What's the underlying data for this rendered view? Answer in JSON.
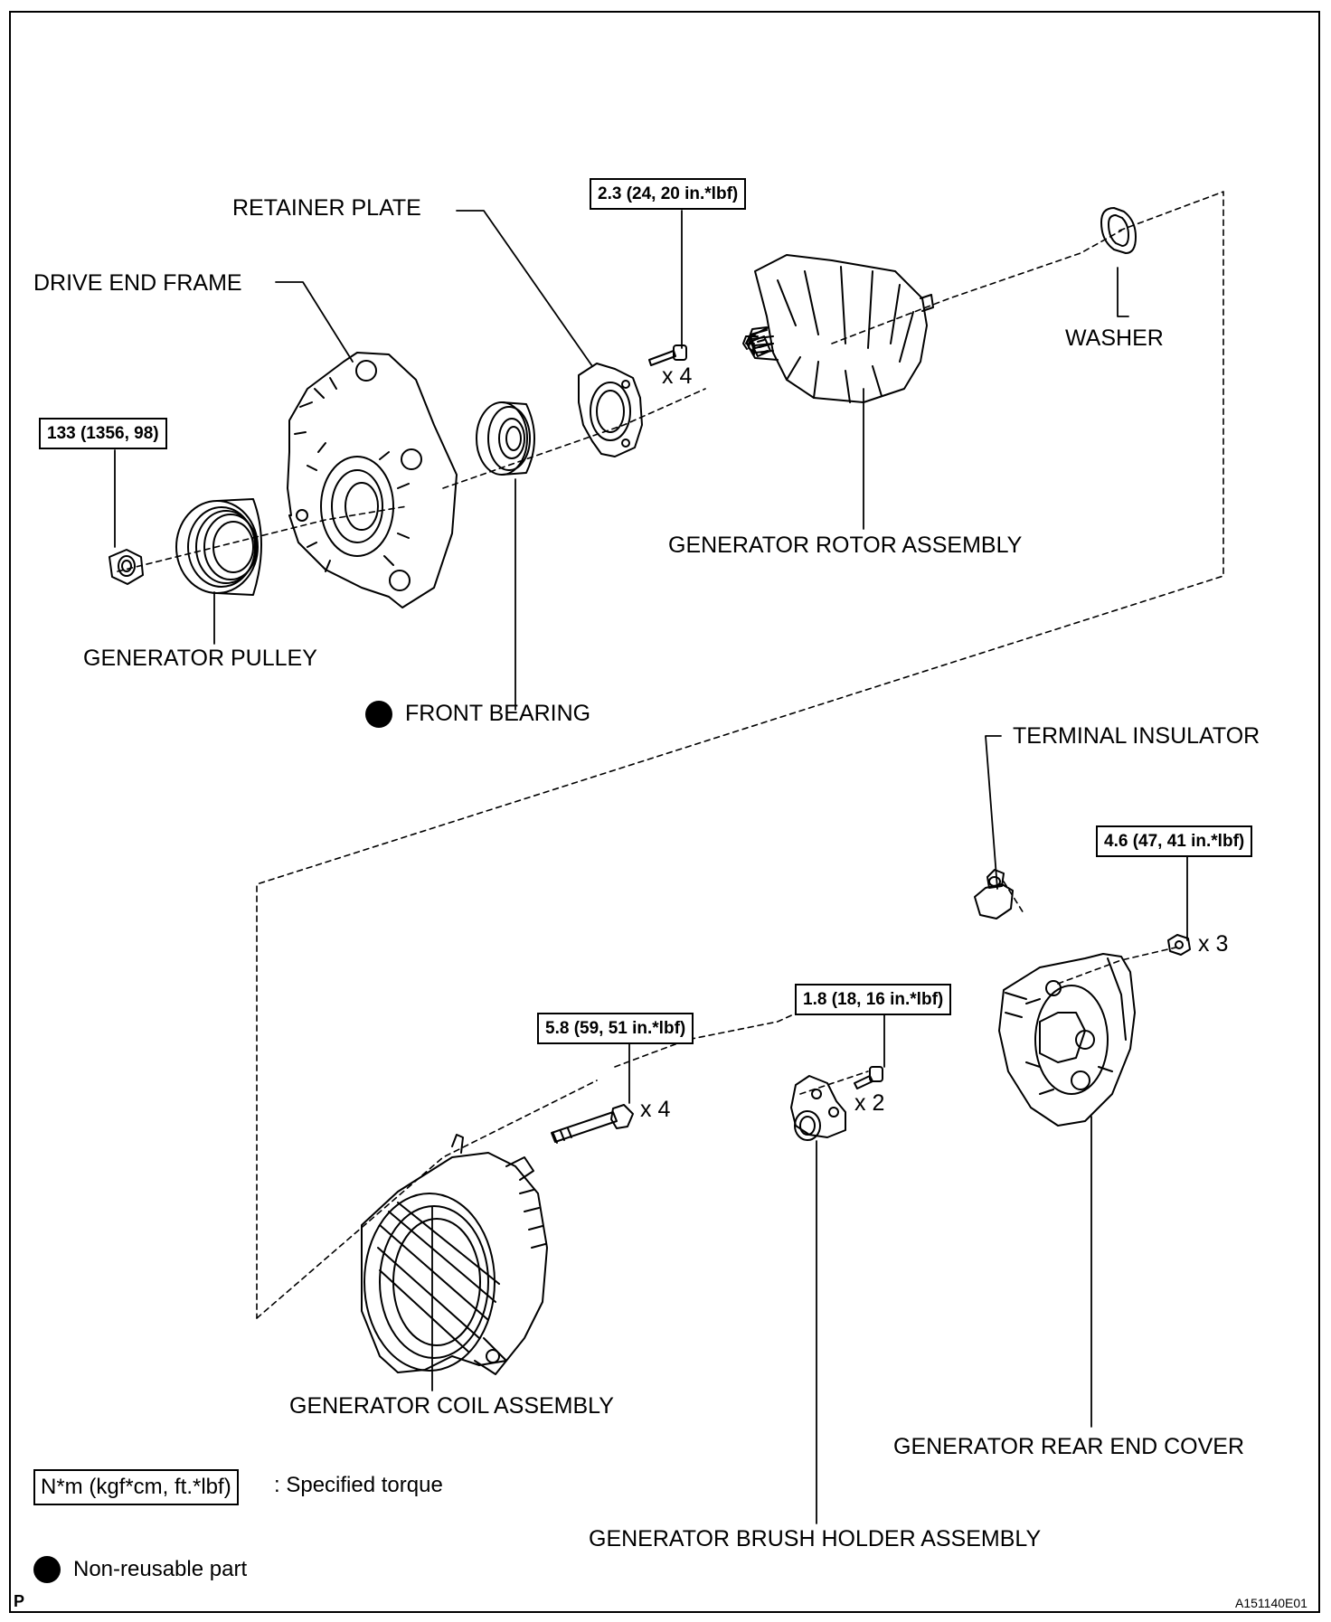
{
  "parts": {
    "retainer_plate": "RETAINER PLATE",
    "drive_end_frame": "DRIVE END FRAME",
    "washer": "WASHER",
    "generator_pulley": "GENERATOR PULLEY",
    "front_bearing": "FRONT BEARING",
    "generator_rotor_assembly": "GENERATOR ROTOR ASSEMBLY",
    "terminal_insulator": "TERMINAL INSULATOR",
    "generator_coil_assembly": "GENERATOR COIL ASSEMBLY",
    "generator_rear_end_cover": "GENERATOR REAR END COVER",
    "generator_brush_holder_assembly": "GENERATOR BRUSH HOLDER ASSEMBLY"
  },
  "torques": {
    "pulley_nut": "133 (1356, 98)",
    "retainer_screw": "2.3 (24, 20 in.*lbf)",
    "rear_cover_nut": "4.6 (47, 41 in.*lbf)",
    "brush_holder_screw": "1.8 (18, 16 in.*lbf)",
    "through_bolt": "5.8 (59, 51 in.*lbf)"
  },
  "quantities": {
    "retainer_screw": "x 4",
    "rear_cover_nut": "x 3",
    "brush_holder_screw": "x 2",
    "through_bolt": "x 4"
  },
  "legend": {
    "torque_key": "N*m (kgf*cm, ft.*lbf)",
    "torque_desc": ": Specified torque",
    "nonreusable_desc": "Non-reusable part"
  },
  "footer": {
    "left_mark": "P",
    "figure_code": "A151140E01"
  }
}
